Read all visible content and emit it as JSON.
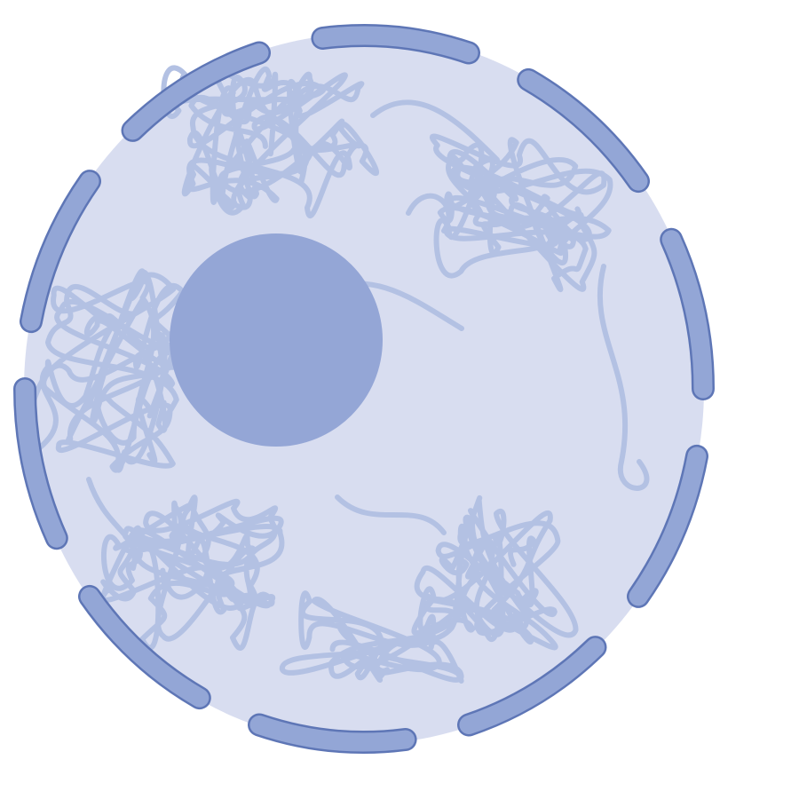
{
  "diagram": {
    "subject": "cell-nucleus",
    "colors": {
      "background": "#ffffff",
      "nucleoplasm": "#d8ddf0",
      "envelope_fill": "#93a6d6",
      "envelope_stroke": "#5e76b6",
      "nucleolus": "#94a6d6",
      "chromatin": "#b3c1e3"
    },
    "parts": [
      {
        "id": "nucleoplasm",
        "icon": "filled-circle"
      },
      {
        "id": "nuclear-envelope",
        "icon": "dashed-ring",
        "segment_count": 10
      },
      {
        "id": "nucleolus",
        "icon": "solid-circle"
      },
      {
        "id": "chromatin",
        "icon": "tangled-strands",
        "cluster_count": 6
      }
    ]
  }
}
